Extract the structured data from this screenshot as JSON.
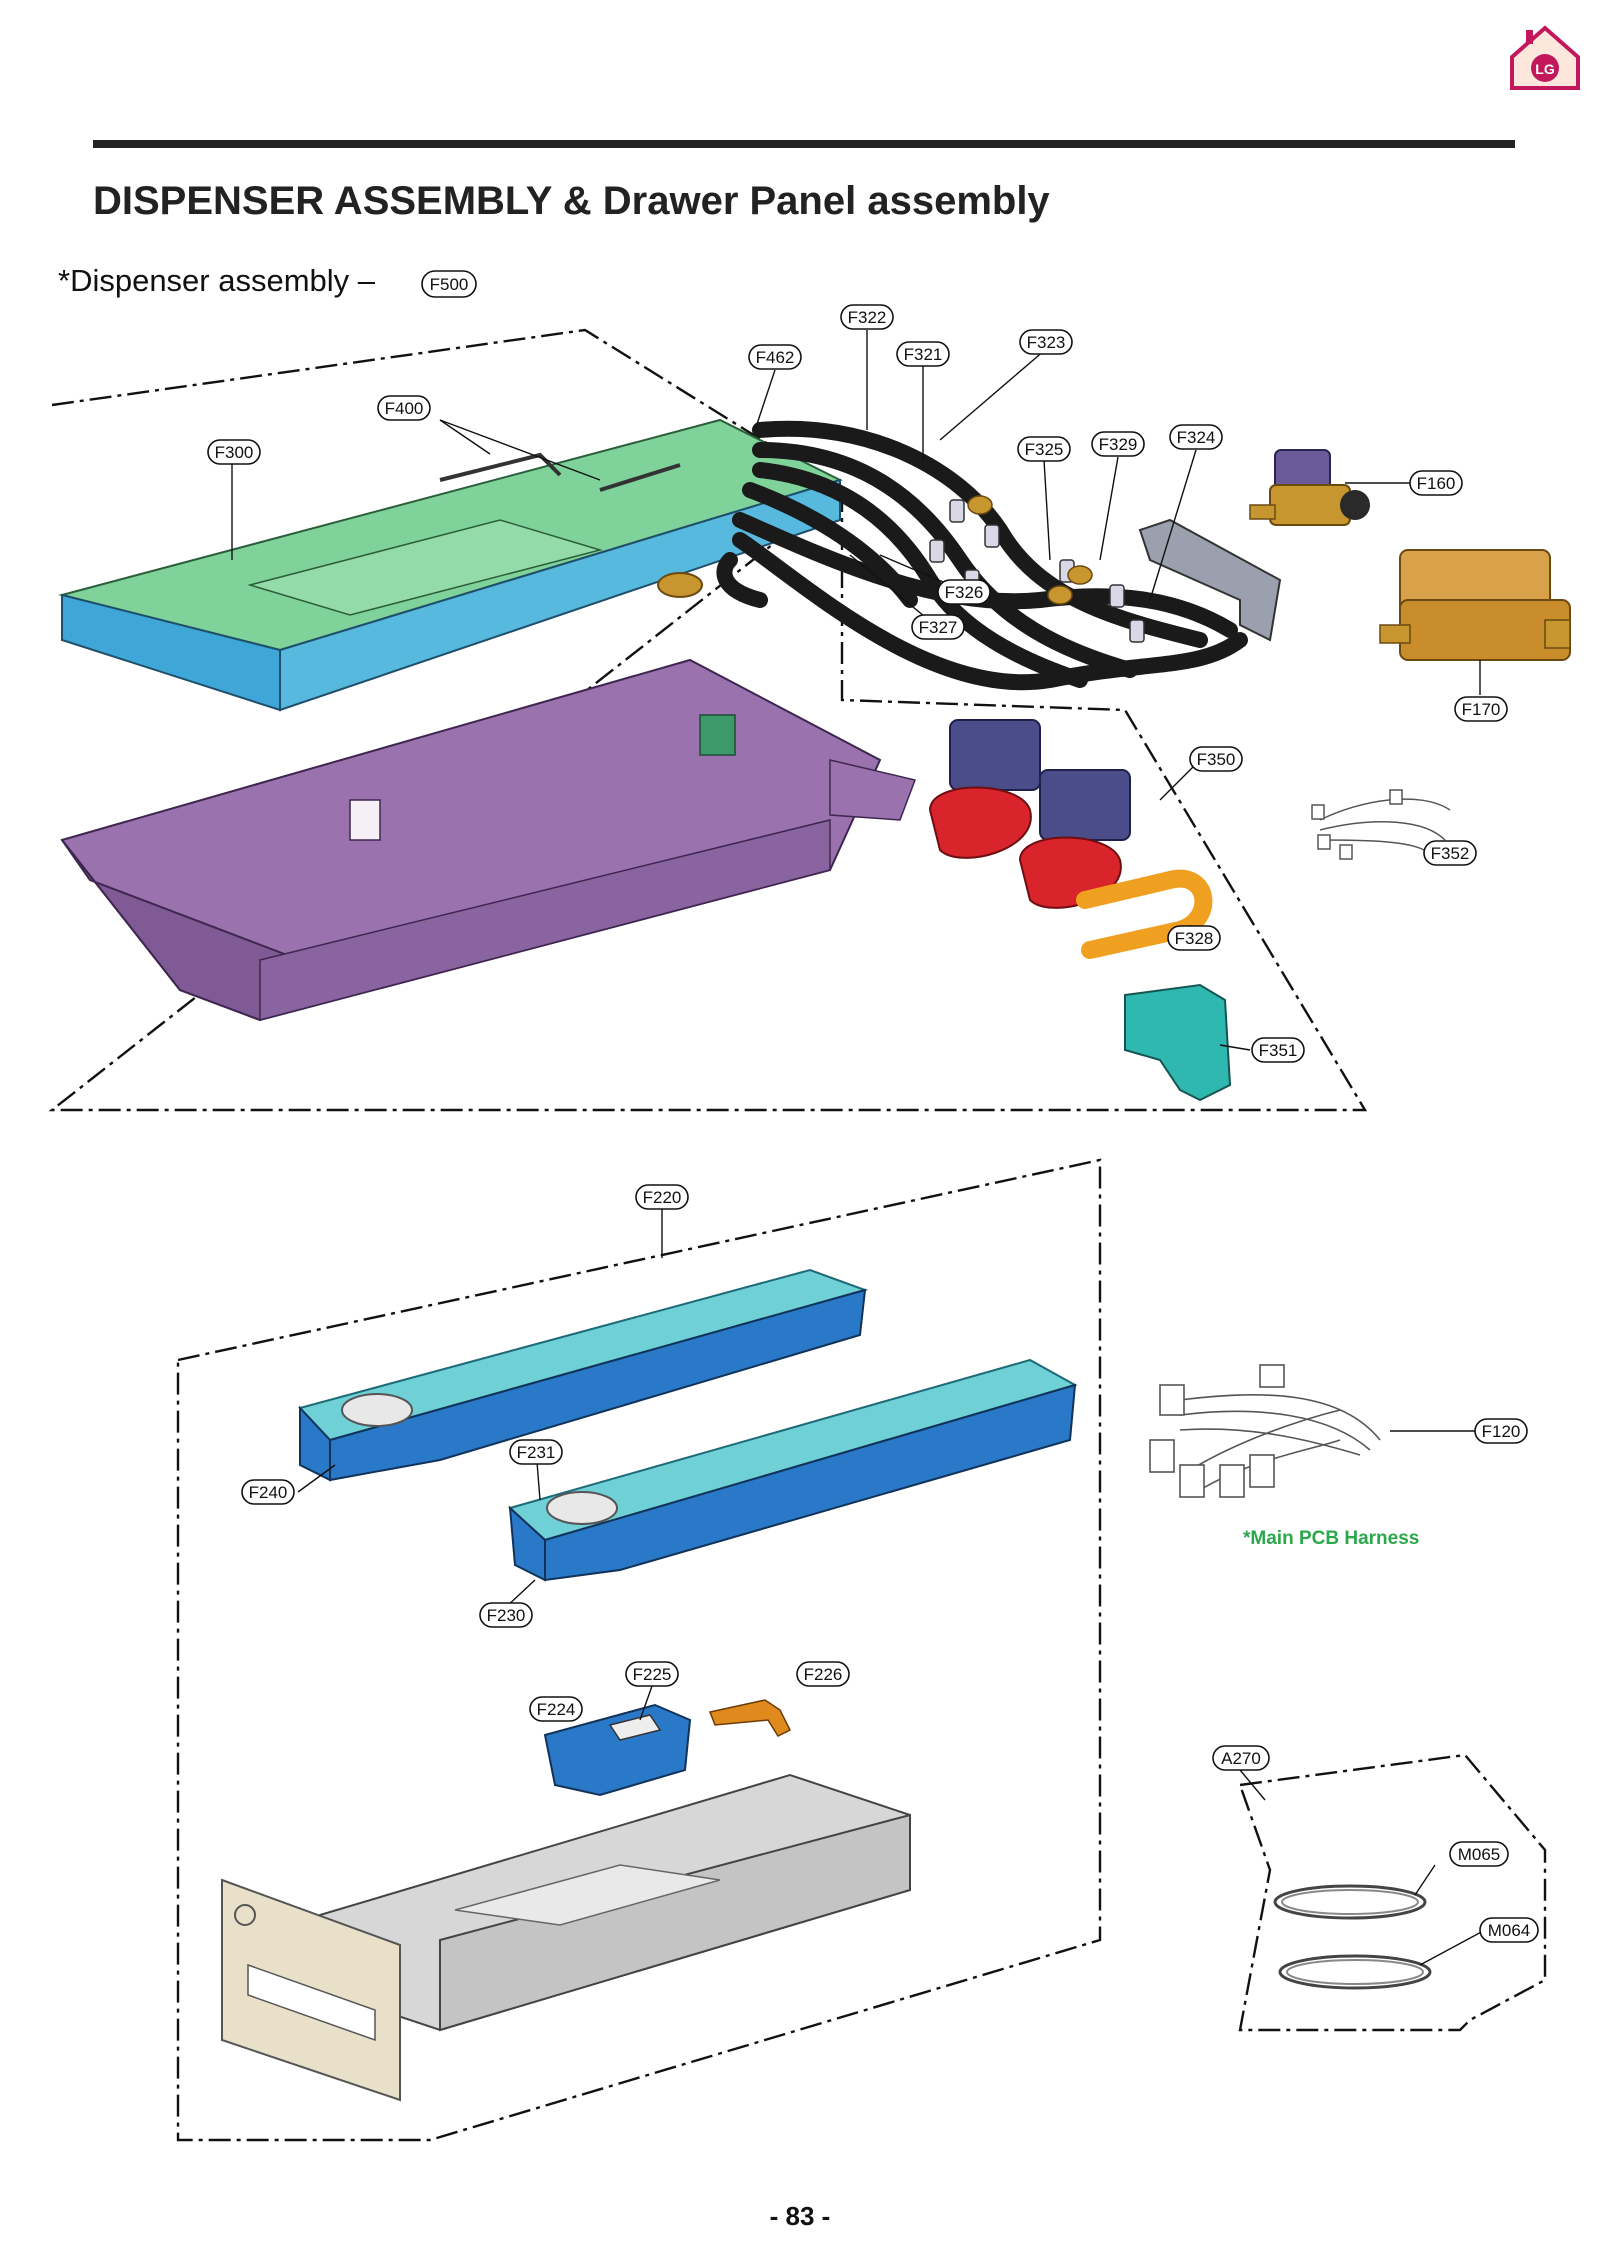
{
  "page": {
    "title": "DISPENSER ASSEMBLY & Drawer Panel assembly",
    "subtitle_prefix": "*Dispenser assembly  –",
    "subtitle_code": "F500",
    "page_number": "- 83 -",
    "harness_note": "*Main PCB Harness",
    "logo_text": "LG"
  },
  "colors": {
    "top_panel": "#7fd39a",
    "top_panel_side": "#3fa7d8",
    "housing": "#9a72ad",
    "hose": "#1a1a1a",
    "brass": "#c8962e",
    "red_pump": "#d8242a",
    "navy_pump": "#4b4d8a",
    "orange_tube": "#f0a020",
    "teal": "#2fb8b0",
    "drawer_top": "#6fd0d6",
    "drawer_body": "#2a78c8",
    "drawer_grey": "#d7d7d7",
    "front_panel": "#e8e0c8",
    "harness_green": "#2aa84a"
  },
  "labels": {
    "F300": "F300",
    "F400": "F400",
    "F462": "F462",
    "F322": "F322",
    "F321": "F321",
    "F323": "F323",
    "F325": "F325",
    "F329": "F329",
    "F324": "F324",
    "F160": "F160",
    "F326": "F326",
    "F327": "F327",
    "F170": "F170",
    "F350": "F350",
    "F352": "F352",
    "F328": "F328",
    "F351": "F351",
    "F220": "F220",
    "F240": "F240",
    "F231": "F231",
    "F230": "F230",
    "F225": "F225",
    "F226": "F226",
    "F224": "F224",
    "F120": "F120",
    "A270": "A270",
    "M065": "M065",
    "M064": "M064"
  }
}
